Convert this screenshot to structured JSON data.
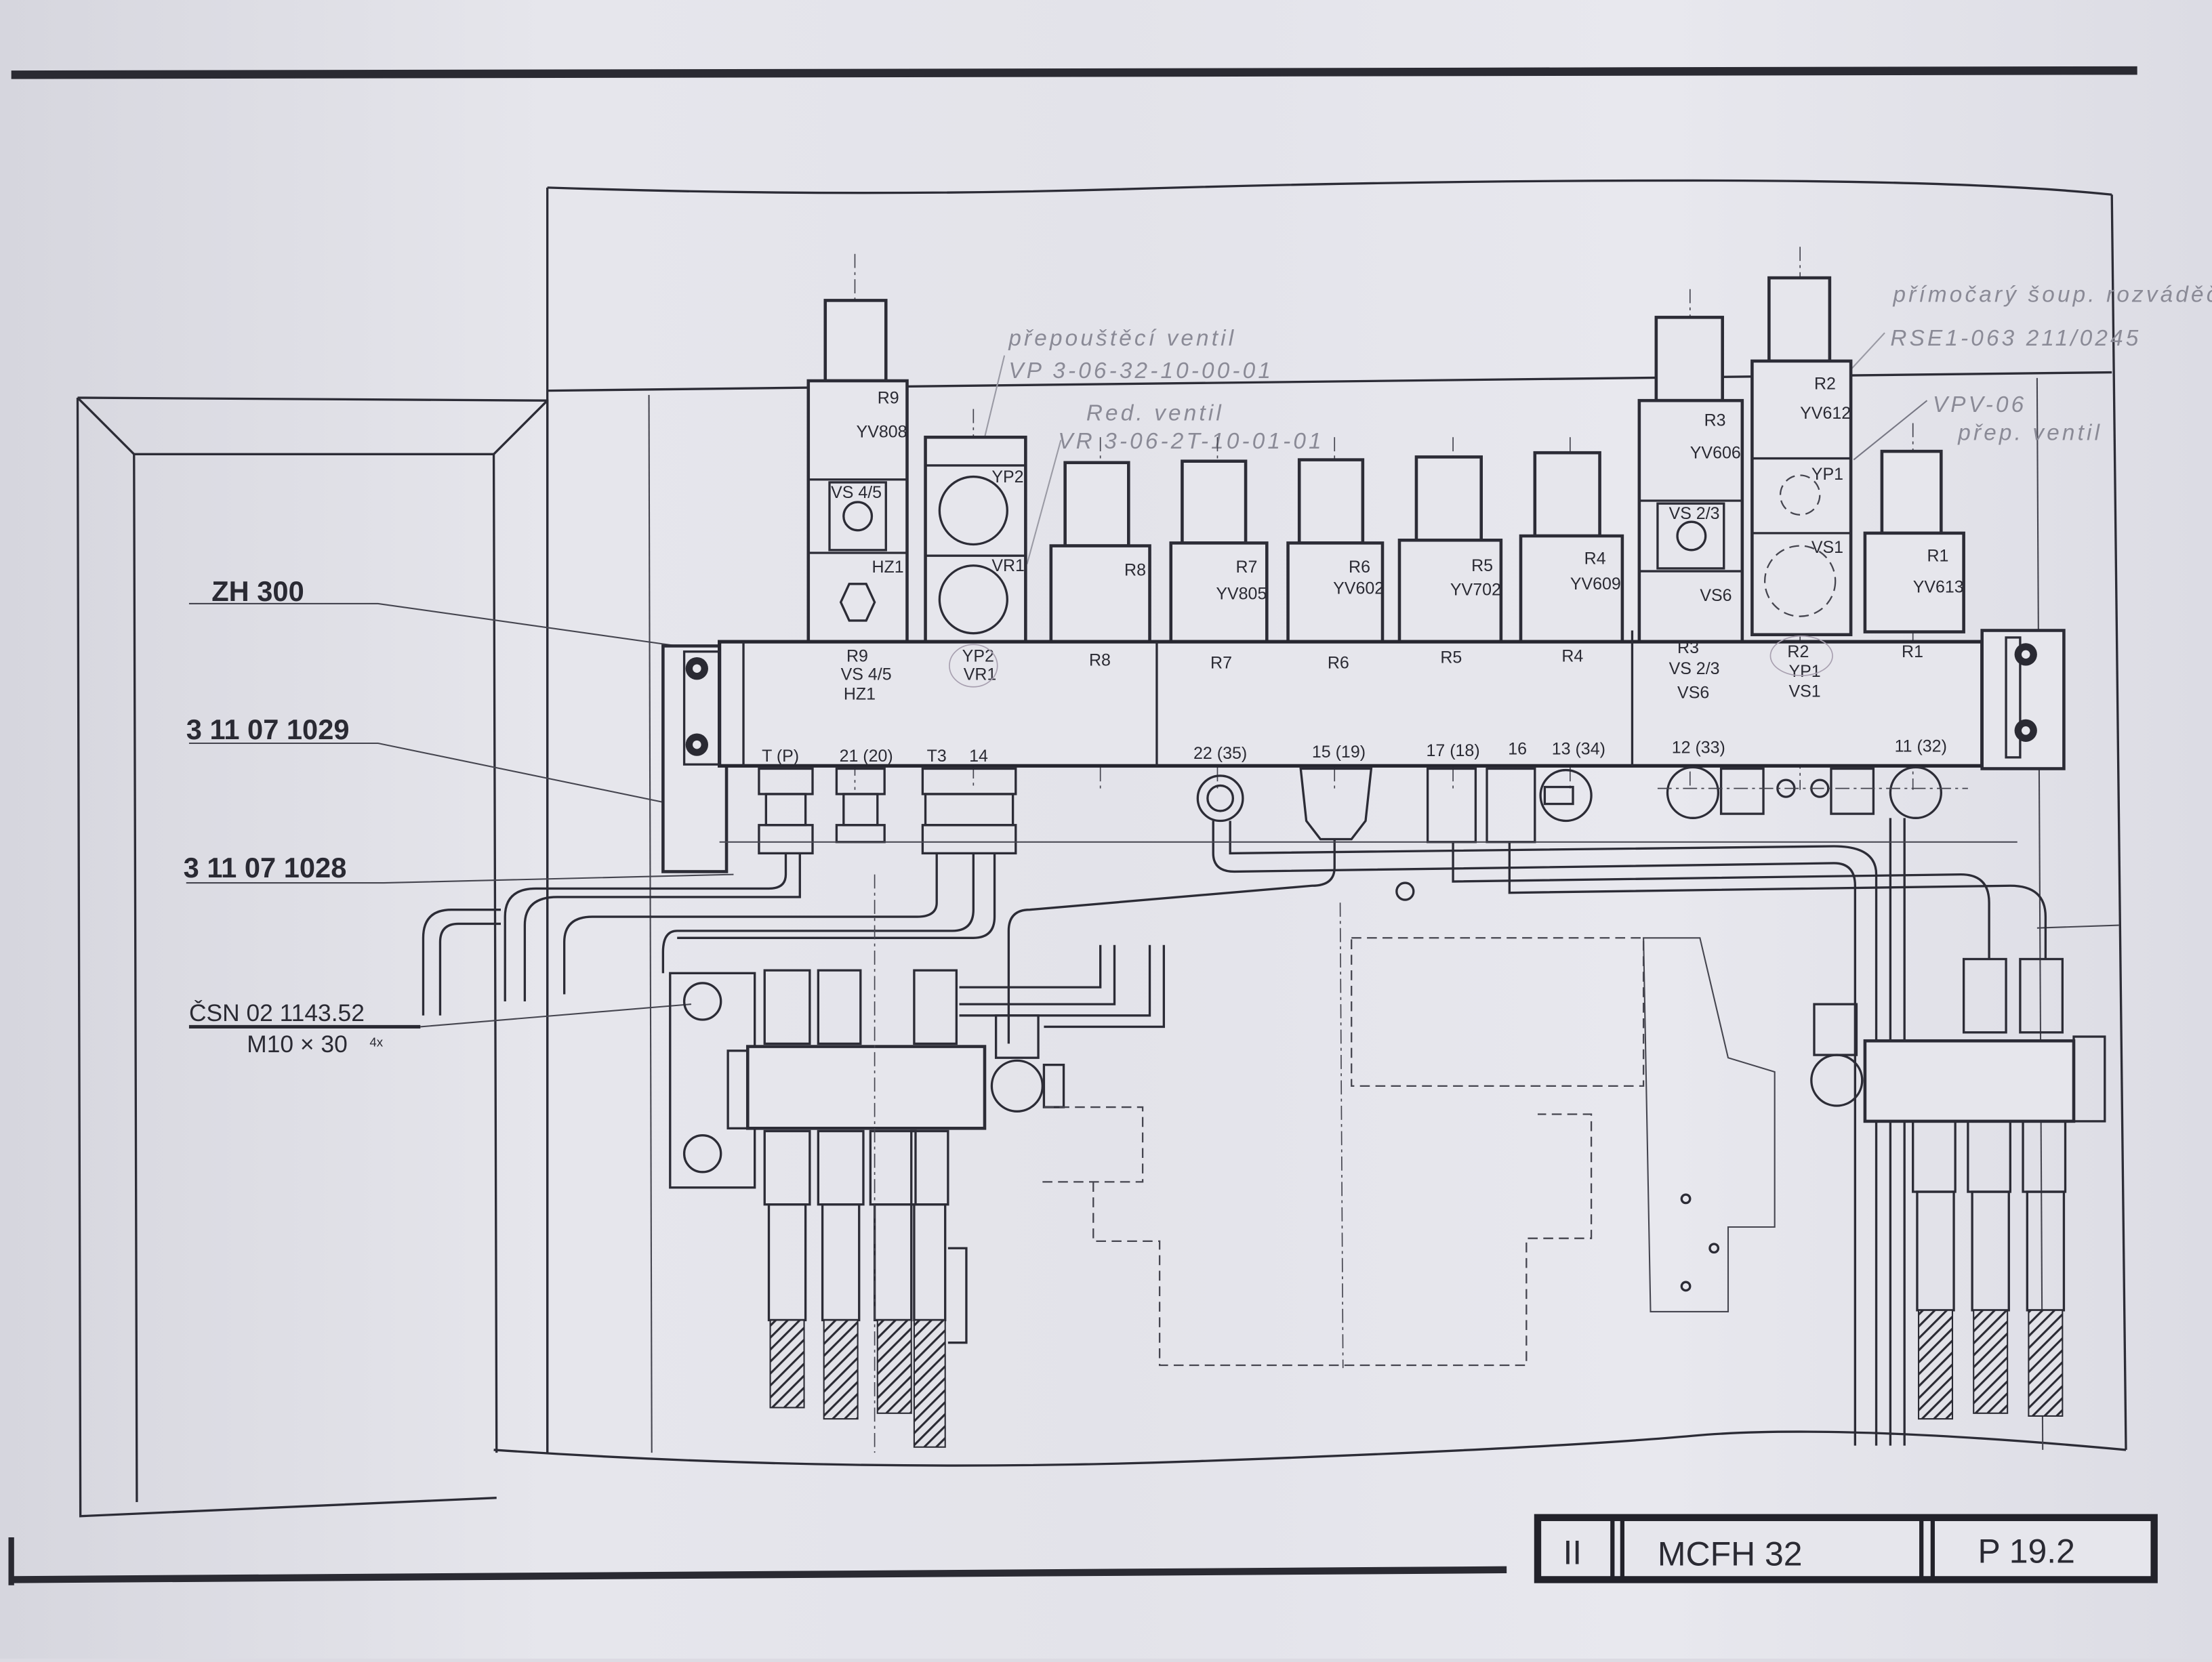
{
  "callouts": {
    "zh300": "ZH 300",
    "part_1029": "3 11 07 1029",
    "part_1028": "3 11 07 1028",
    "csn": "ČSN 02 1143.52",
    "bolt": "M10 × 30",
    "bolt_qty": "4x"
  },
  "handwritten": {
    "relief_title": "přepouštěcí ventil",
    "relief_code": "VP 3-06-32-10-00-01",
    "reducing_title": "Red. ventil",
    "reducing_code": "VR 3-06-2T-10-01-01",
    "directional_title": "přímočarý šoup. rozváděč",
    "directional_code": "RSE1-063 211/0245",
    "vpv_code": "VPV-06",
    "vpv_title": "přep. ventil"
  },
  "valves": {
    "r9": {
      "id": "R9",
      "coil": "YV808",
      "sub": "VS 4/5",
      "lower": "HZ1"
    },
    "vp2": {
      "upper": "YP2",
      "lower": "VR1"
    },
    "r8": {
      "id": "R8"
    },
    "r7": {
      "id": "R7",
      "coil": "YV805"
    },
    "r6": {
      "id": "R6",
      "coil": "YV602"
    },
    "r5": {
      "id": "R5",
      "coil": "YV702"
    },
    "r4": {
      "id": "R4",
      "coil": "YV609"
    },
    "r3": {
      "id": "R3",
      "coil": "YV606",
      "sub": "VS 2/3",
      "lower": "VS6"
    },
    "r2": {
      "id": "R2",
      "coil": "YV612",
      "sub": "YP1",
      "lower": "VS1"
    },
    "r1": {
      "id": "R1",
      "coil": "YV613"
    }
  },
  "manifold_labels": [
    [
      "R9",
      "VS 4/5",
      "HZ1"
    ],
    [
      "YP2",
      "VR1"
    ],
    [
      "R8"
    ],
    [
      "R7"
    ],
    [
      "R6"
    ],
    [
      "R5"
    ],
    [
      "R4"
    ],
    [
      "R3",
      "VS 2/3",
      "VS6"
    ],
    [
      "R2",
      "YP1",
      "VS1"
    ],
    [
      "R1"
    ]
  ],
  "ports": [
    "T (P)",
    "21 (20)",
    "T3",
    "14",
    "22 (35)",
    "15 (19)",
    "17 (18)",
    "16",
    "13 (34)",
    "12 (33)",
    "11 (32)"
  ],
  "title_block": {
    "sheet": "II",
    "machine": "MCFH 32",
    "page": "P 19.2"
  }
}
